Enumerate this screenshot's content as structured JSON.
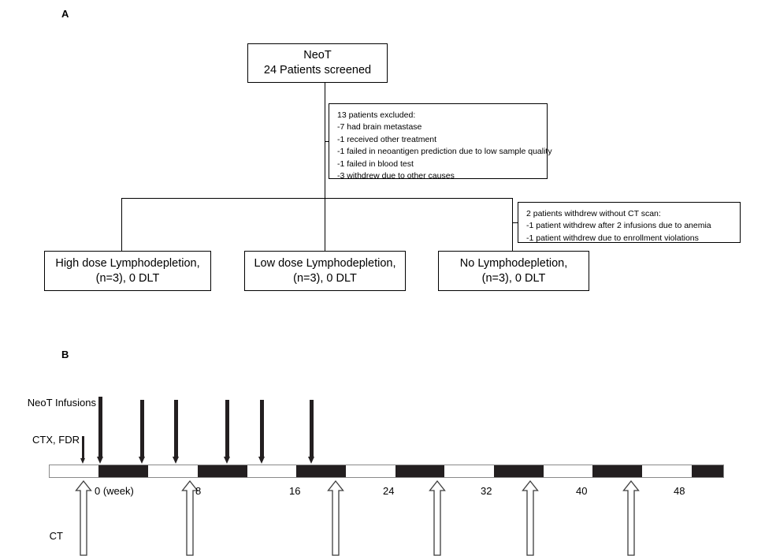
{
  "figure": {
    "panels": [
      {
        "letter": "A"
      },
      {
        "letter": "B"
      }
    ]
  },
  "panel_a": {
    "title_box": {
      "line1": "NeoT",
      "line2": "24 Patients screened"
    },
    "exclusion_note": {
      "header": "13 patients excluded:",
      "items": [
        "-7 had brain metastase",
        "-1 received other treatment",
        "-1 failed in neoantigen prediction due to low sample quality",
        "-1 failed in blood test",
        "-3 withdrew due to other causes"
      ]
    },
    "withdrawal_note": {
      "header": "2 patients withdrew without CT scan:",
      "items": [
        "-1 patient withdrew after 2 infusions due to anemia",
        "-1 patient withdrew due to enrollment violations"
      ]
    },
    "arms": [
      {
        "line1": "High dose Lymphodepletion,",
        "line2": "(n=3), 0 DLT"
      },
      {
        "line1": "Low dose Lymphodepletion,",
        "line2": "(n=3), 0 DLT"
      },
      {
        "line1": "No Lymphodepletion,",
        "line2": "(n=3), 0 DLT"
      }
    ]
  },
  "panel_b": {
    "row_labels": {
      "infusions": "NeoT Infusions",
      "conditioning": "CTX, FDR",
      "imaging": "CT"
    },
    "axis": {
      "unit_label": "0 (week)",
      "ticks": [
        "0 (week)",
        "8",
        "16",
        "24",
        "32",
        "40",
        "48"
      ],
      "tick_weeks": [
        0,
        8,
        16,
        24,
        32,
        40,
        48
      ],
      "range_weeks": [
        0,
        54
      ],
      "segment_weeks": 4
    },
    "infusion_arrows_weeks": [
      0,
      3.3,
      6.1,
      10.2,
      13.0,
      17.0
    ],
    "ct_arrows_weeks": [
      0,
      8.0,
      20.0,
      27.9,
      35.9,
      43.8
    ],
    "conditioning_arrow_week": -1.2,
    "colors": {
      "bar_black": "#231f20",
      "bar_white": "#ffffff",
      "bar_border": "#8a8a8a",
      "ink": "#000000"
    }
  }
}
